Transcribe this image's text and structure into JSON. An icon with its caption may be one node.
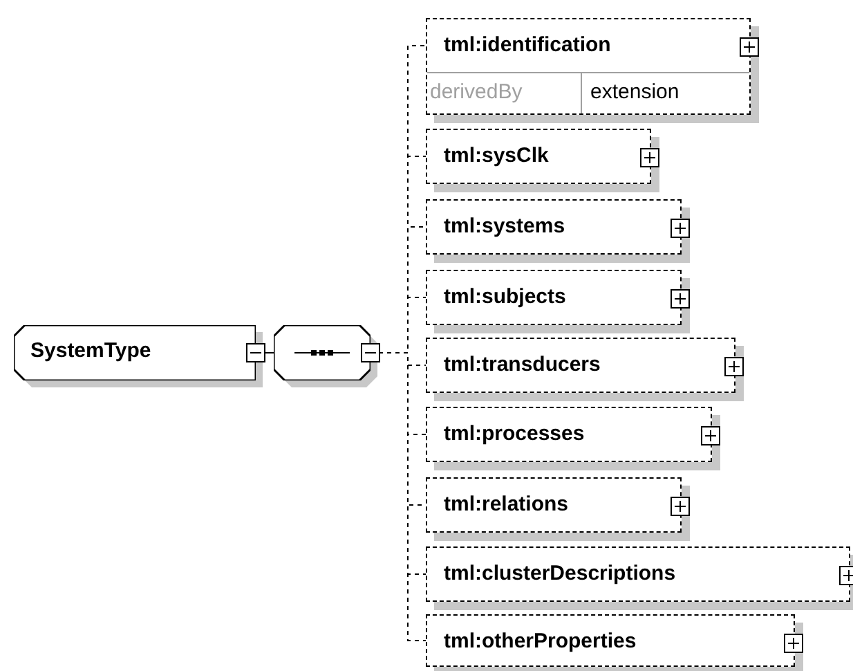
{
  "diagram": {
    "nodes": [
      {
        "text": [
          "SystemType"
        ]
      },
      {
        "text": [],
        "shape": "octagon"
      },
      {
        "text": [
          "tml:identification",
          "derivedBy",
          "extension"
        ]
      },
      {
        "text": [
          "tml:sysClk"
        ]
      },
      {
        "text": [
          "tml:systems"
        ]
      },
      {
        "text": [
          "tml:subjects"
        ]
      },
      {
        "text": [
          "tml:transducers"
        ]
      },
      {
        "text": [
          "tml:processes"
        ]
      },
      {
        "text": [
          "tml:relations"
        ]
      },
      {
        "text": [
          "tml:clusterDescriptions"
        ]
      },
      {
        "text": [
          "tml:otherProperties"
        ]
      }
    ],
    "edges": [
      {
        "from": 0,
        "to": 1,
        "arrow": "none"
      },
      {
        "from": 1,
        "to": 2,
        "arrow": "none",
        "style": "dashed"
      },
      {
        "from": 1,
        "to": 3,
        "arrow": "none",
        "style": "dashed"
      },
      {
        "from": 1,
        "to": 4,
        "arrow": "none",
        "style": "dashed"
      },
      {
        "from": 1,
        "to": 5,
        "arrow": "none",
        "style": "dashed"
      },
      {
        "from": 1,
        "to": 6,
        "arrow": "none",
        "style": "dashed"
      },
      {
        "from": 1,
        "to": 7,
        "arrow": "none",
        "style": "dashed"
      },
      {
        "from": 1,
        "to": 8,
        "arrow": "none",
        "style": "dashed"
      },
      {
        "from": 1,
        "to": 9,
        "arrow": "none",
        "style": "dashed"
      },
      {
        "from": 1,
        "to": 10,
        "arrow": "none",
        "style": "dashed"
      }
    ]
  }
}
